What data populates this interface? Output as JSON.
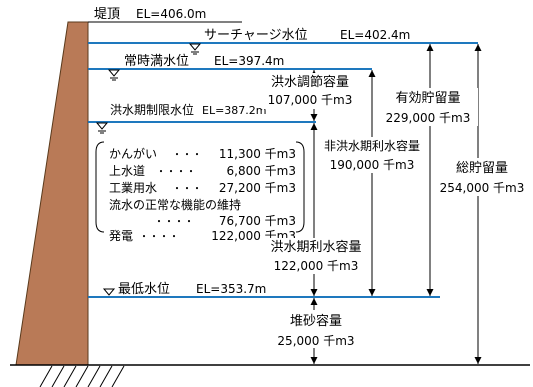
{
  "crest": {
    "label": "堤頂",
    "el": "EL=406.0m"
  },
  "levels": {
    "surcharge": {
      "label": "サーチャージ水位",
      "el": "EL=402.4m"
    },
    "normal": {
      "label": "常時満水位",
      "el": "EL=397.4m"
    },
    "flood_limit": {
      "label": "洪水期制限水位",
      "el": "EL=387.2m"
    },
    "minimum": {
      "label": "最低水位",
      "el": "EL=353.7m"
    }
  },
  "capacities": {
    "flood_control": {
      "label": "洪水調節容量",
      "value": "107,000 千m3"
    },
    "effective": {
      "label": "有効貯留量",
      "value": "229,000 千m3"
    },
    "non_flood_use": {
      "label": "非洪水期利水容量",
      "value": "190,000 千m3"
    },
    "total": {
      "label": "総貯留量",
      "value": "254,000 千m3"
    },
    "flood_use": {
      "label": "洪水期利水容量",
      "value": "122,000 千m3"
    },
    "sediment": {
      "label": "堆砂容量",
      "value": "25,000 千m3"
    }
  },
  "uses": [
    {
      "name": "かんがい",
      "dots": "・・・",
      "value": "11,300 千m3"
    },
    {
      "name": "上水道",
      "dots": "・・・・",
      "value": "6,800 千m3"
    },
    {
      "name": "工業用水",
      "dots": "・・・",
      "value": "27,200 千m3"
    },
    {
      "name": "流水の正常な機能の維持",
      "dots": "・・・・",
      "value": "76,700 千m3"
    },
    {
      "name": "発電",
      "dots": "・・・・",
      "value": "122,000 千m3"
    }
  ],
  "colors": {
    "water_line": "#1e78be",
    "dam": "#b97a57",
    "dam_edge": "#5a3a1c"
  }
}
